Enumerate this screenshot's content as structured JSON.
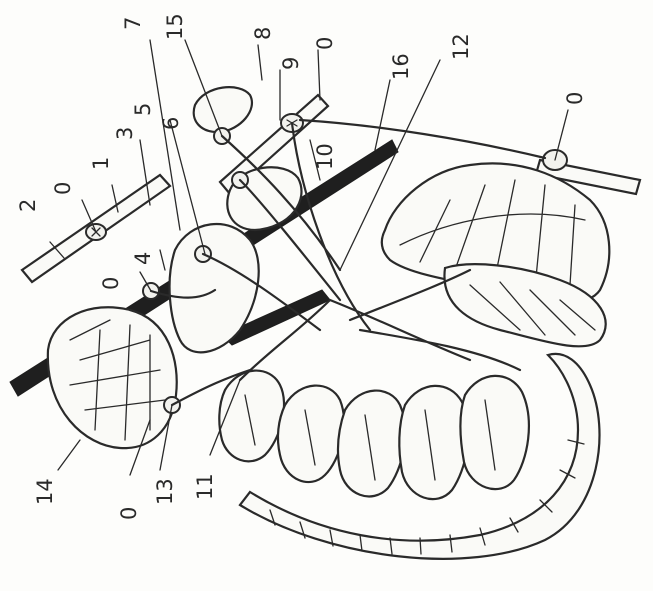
{
  "figure": {
    "labels": [
      "0",
      "1",
      "2",
      "3",
      "4",
      "0",
      "5",
      "6",
      "7",
      "15",
      "8",
      "9",
      "0",
      "16",
      "12",
      "0",
      "10",
      "11",
      "13",
      "0",
      "14"
    ]
  },
  "colors": {
    "ink": "#2a2a2a",
    "paper": "#fdfdfb",
    "vessel": "#1f1f1f"
  }
}
